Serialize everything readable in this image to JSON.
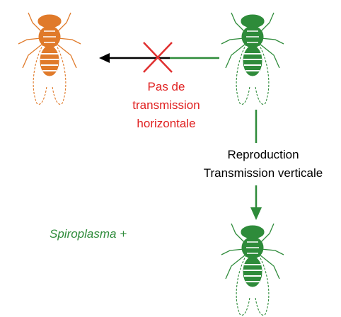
{
  "horizontal_label": {
    "line1": "Pas de",
    "line2": "transmission",
    "line3": "horizontale"
  },
  "vertical_label": {
    "line1": "Reproduction",
    "line2": "Transmission verticale"
  },
  "infection_label": "Spiroplasma +",
  "colors": {
    "uninfected_fly": "#e07a2a",
    "infected_fly": "#2e8b3a",
    "blocked_cross": "#e03030",
    "horizontal_label": "#e02020",
    "vertical_arrow": "#2e8b3a",
    "infection_label": "#2e8b3a",
    "text": "#000000"
  }
}
